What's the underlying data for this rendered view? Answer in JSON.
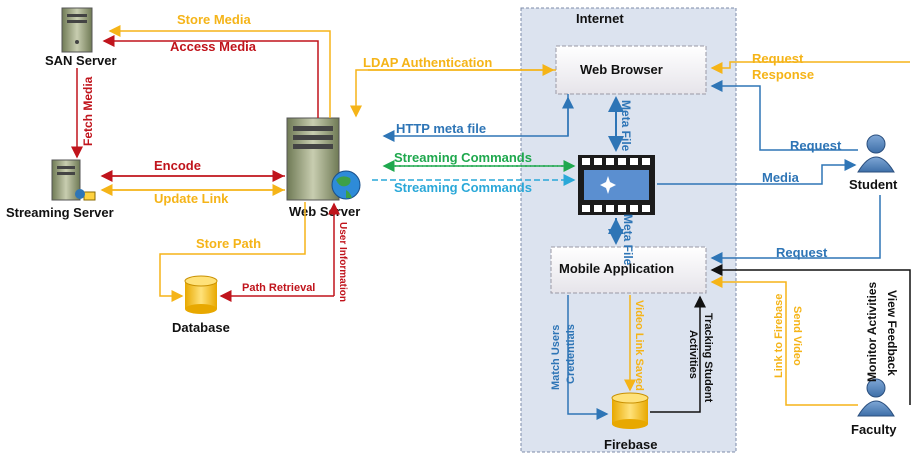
{
  "colors": {
    "orange": "#F5B418",
    "red": "#C0141C",
    "blue": "#2E75B6",
    "green": "#1FA84E",
    "cyan": "#2AA8D8",
    "internet_bg": "#DCE3EF"
  },
  "nodes": {
    "san_server": "SAN Server",
    "streaming_server": "Streaming Server",
    "web_server": "Web Server",
    "database": "Database",
    "internet": "Internet",
    "web_browser": "Web Browser",
    "mobile_app": "Mobile Application",
    "firebase": "Firebase",
    "student": "Student",
    "faculty": "Faculty"
  },
  "edges": {
    "store_media": "Store Media",
    "access_media": "Access Media",
    "fetch_media": "Fetch Media",
    "ldap": "LDAP Authentication",
    "http_meta": "HTTP meta file",
    "encode": "Encode",
    "update_link": "Update Link",
    "stream_cmd_1": "Streaming Commands",
    "stream_cmd_2": "Streaming Commands",
    "store_path": "Store Path",
    "path_retrieval": "Path Retrieval",
    "user_info": "User Information",
    "meta_file_top": "Meta File",
    "meta_file_bottom": "Meta File",
    "request_top": "Request",
    "response_top": "Response",
    "request_student": "Request",
    "media": "Media",
    "request_mobile": "Request",
    "match_users_1": "Match Users",
    "match_users_2": "Credentials",
    "video_link": "Video Link Saved",
    "tracking_1": "Tracking Student",
    "tracking_2": "Activities",
    "link_firebase": "Link to Firebase",
    "send_video": "Send Video",
    "monitor": "Monitor Activities",
    "view_feedback": "View Feedback"
  }
}
